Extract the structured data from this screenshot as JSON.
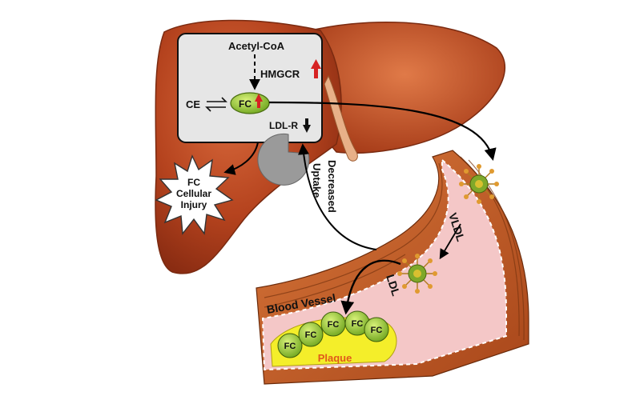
{
  "labels": {
    "acetyl_coa": "Acetyl-CoA",
    "hmgcr": "HMGCR",
    "ce": "CE",
    "fc_center": "FC",
    "ldl_r": "LDL-R",
    "injury_line1": "FC",
    "injury_line2": "Cellular",
    "injury_line3": "Injury",
    "decreased": "Decreased",
    "uptake": "Uptake",
    "vldl": "VLDL",
    "ldl": "LDL",
    "blood_vessel": "Blood Vessel",
    "plaque": "Plaque",
    "plaque_fc": [
      "FC",
      "FC",
      "FC",
      "FC",
      "FC"
    ]
  },
  "colors": {
    "liver": "#b5431e",
    "liver_light": "#d3653a",
    "cell_box": "#e6e6e6",
    "fc_green": "#9acd32",
    "up_arrow": "#d62222",
    "vessel_lumen": "#f4c7c7",
    "vessel_wall": "#c8652a",
    "plaque": "#f4ee2a",
    "plaque_label": "#e05a1a"
  },
  "icons": [
    "up-arrow-icon",
    "down-arrow-icon",
    "equilibrium-arrows-icon",
    "lipoprotein-particle-icon",
    "ldl-receptor-icon",
    "injury-burst-icon"
  ]
}
